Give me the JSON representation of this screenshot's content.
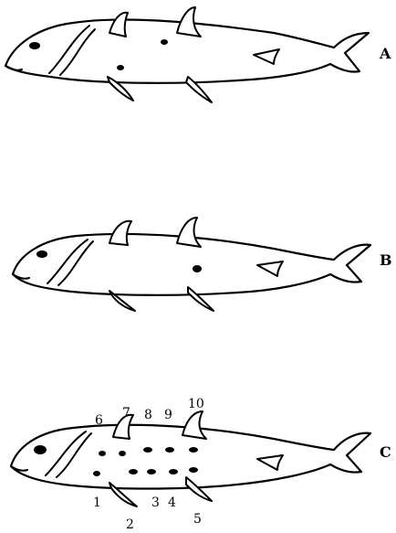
{
  "fish": [
    {
      "label": "A"
    },
    {
      "label": "B"
    },
    {
      "label": "C"
    }
  ],
  "numbers": [
    "1",
    "2",
    "3",
    "4",
    "5",
    "6",
    "7",
    "8",
    "9",
    "10"
  ]
}
